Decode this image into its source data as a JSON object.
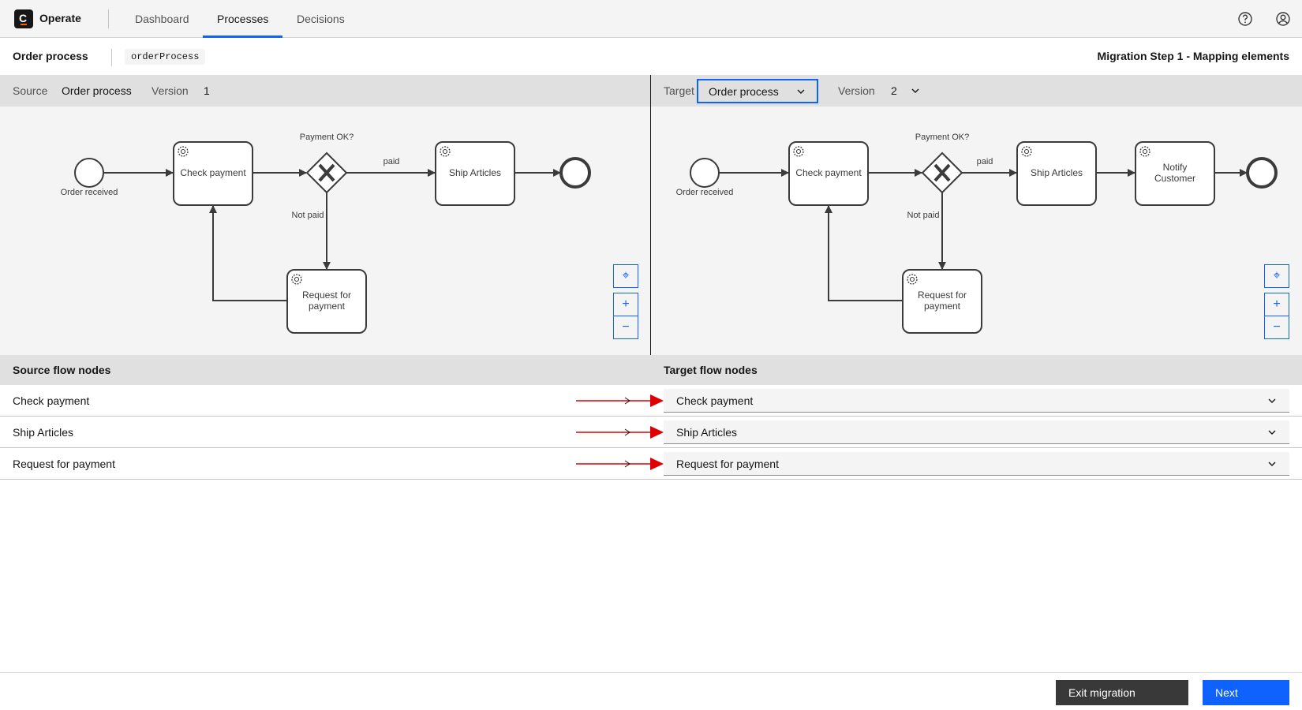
{
  "header": {
    "app_name": "Operate",
    "tabs": [
      {
        "label": "Dashboard"
      },
      {
        "label": "Processes"
      },
      {
        "label": "Decisions"
      }
    ],
    "active_tab": "Processes",
    "icons": [
      "help-icon",
      "user-icon"
    ]
  },
  "process": {
    "name": "Order process",
    "id": "orderProcess",
    "step_title": "Migration Step 1 - Mapping elements"
  },
  "source": {
    "label": "Source",
    "process_name": "Order process",
    "version_label": "Version",
    "version": "1"
  },
  "target": {
    "label": "Target",
    "process_name": "Order process",
    "version_label": "Version",
    "version": "2"
  },
  "source_diagram": {
    "start_event": "Order received",
    "task_check": "Check payment",
    "gateway": "Payment OK?",
    "flow_paid": "paid",
    "flow_not_paid": "Not paid",
    "task_ship": "Ship Articles",
    "task_request_line1": "Request for",
    "task_request_line2": "payment"
  },
  "target_diagram": {
    "start_event": "Order received",
    "task_check": "Check payment",
    "gateway": "Payment OK?",
    "flow_paid": "paid",
    "flow_not_paid": "Not paid",
    "task_ship": "Ship Articles",
    "task_notify_line1": "Notify",
    "task_notify_line2": "Customer",
    "task_request_line1": "Request for",
    "task_request_line2": "payment"
  },
  "zoom": {
    "reset": "⌖",
    "in": "+",
    "out": "−"
  },
  "table": {
    "source_header": "Source flow nodes",
    "target_header": "Target flow nodes",
    "rows": [
      {
        "source": "Check payment",
        "target": "Check payment"
      },
      {
        "source": "Ship Articles",
        "target": "Ship Articles"
      },
      {
        "source": "Request for payment",
        "target": "Request for payment"
      }
    ]
  },
  "footer": {
    "exit_label": "Exit migration",
    "next_label": "Next"
  },
  "colors": {
    "accent": "#0f62fe",
    "arrow": "#e00000"
  }
}
